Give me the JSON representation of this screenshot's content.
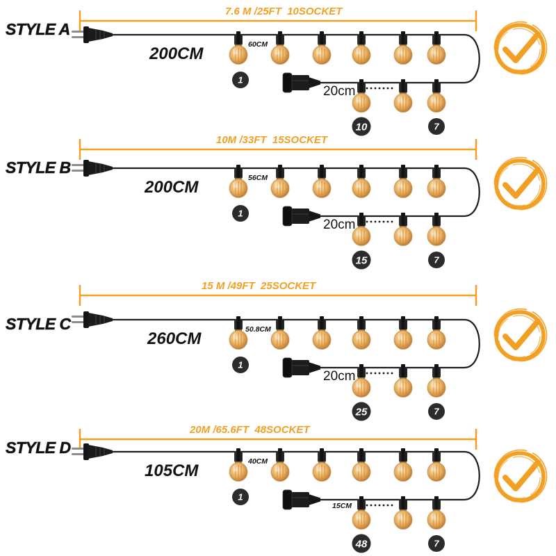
{
  "styles": [
    {
      "label": "STYLE A",
      "total": "7.6 M /25FT  10SOCKET",
      "lead_length": "200CM",
      "bulb_spacing": "60CM",
      "end_spacing": "20cm",
      "first_number": "1",
      "return_start_number": "7",
      "last_number": "10"
    },
    {
      "label": "STYLE B",
      "total": "10M /33FT  15SOCKET",
      "lead_length": "200CM",
      "bulb_spacing": "56CM",
      "end_spacing": "20cm",
      "first_number": "1",
      "return_start_number": "7",
      "last_number": "15"
    },
    {
      "label": "STYLE C",
      "total": "15 M /49FT  25SOCKET",
      "lead_length": "260CM",
      "bulb_spacing": "50.8CM",
      "end_spacing": "20cm",
      "first_number": "1",
      "return_start_number": "7",
      "last_number": "25"
    },
    {
      "label": "STYLE D",
      "total": "20M /65.6FT  48SOCKET",
      "lead_length": "105CM",
      "bulb_spacing": "40CM",
      "end_spacing": "15CM",
      "first_number": "1",
      "return_start_number": "7",
      "last_number": "48"
    }
  ],
  "icons": {
    "plug": "plug-icon",
    "connector": "socket-connector-icon",
    "badge": "check-circle-icon"
  },
  "colors": {
    "accent": "#f2a024",
    "cable": "#1e1e1e",
    "badge": "#2c2c2c",
    "bulb": "#e9b366"
  }
}
